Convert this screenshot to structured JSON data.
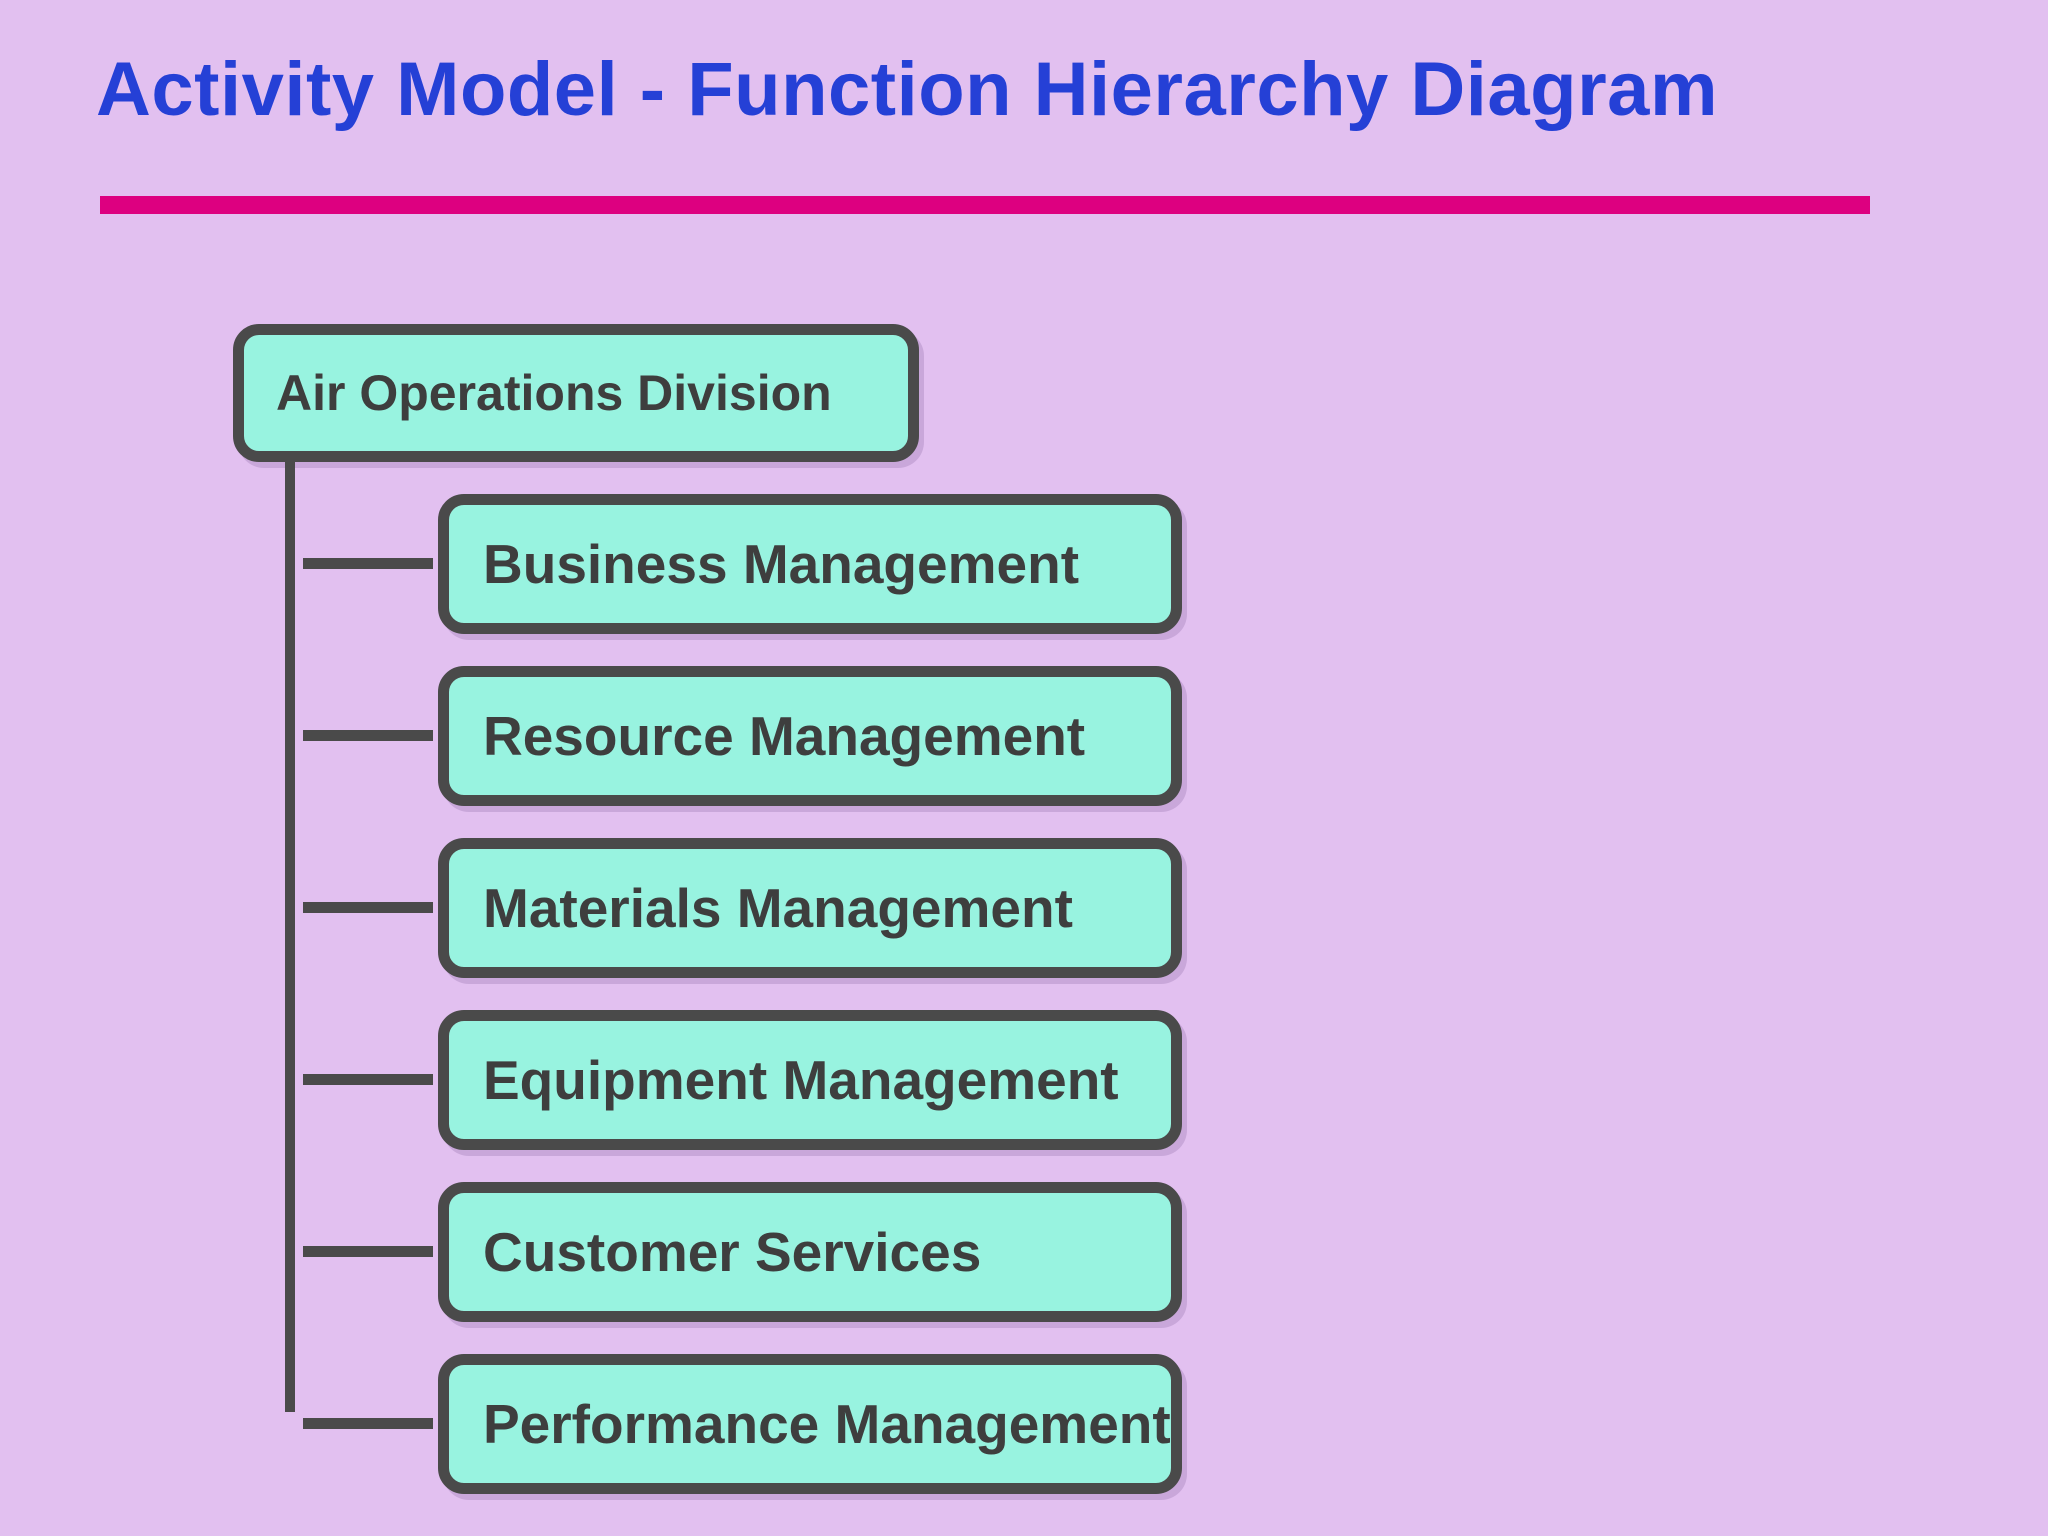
{
  "title": "Activity Model - Function Hierarchy Diagram",
  "colors": {
    "background": "#e2c0f0",
    "title_text": "#2540d6",
    "title_underline": "#dd0080",
    "box_fill": "#98f3e0",
    "box_border": "#4a4a4a",
    "connector_line": "#4a4a4a",
    "box_text": "#3e3e3e"
  },
  "diagram": {
    "type": "function-hierarchy-tree",
    "root": {
      "label": "Air Operations Division"
    },
    "children": [
      {
        "label": "Business Management"
      },
      {
        "label": "Resource Management"
      },
      {
        "label": "Materials Management"
      },
      {
        "label": "Equipment Management"
      },
      {
        "label": "Customer Services"
      },
      {
        "label": "Performance Management"
      }
    ]
  }
}
